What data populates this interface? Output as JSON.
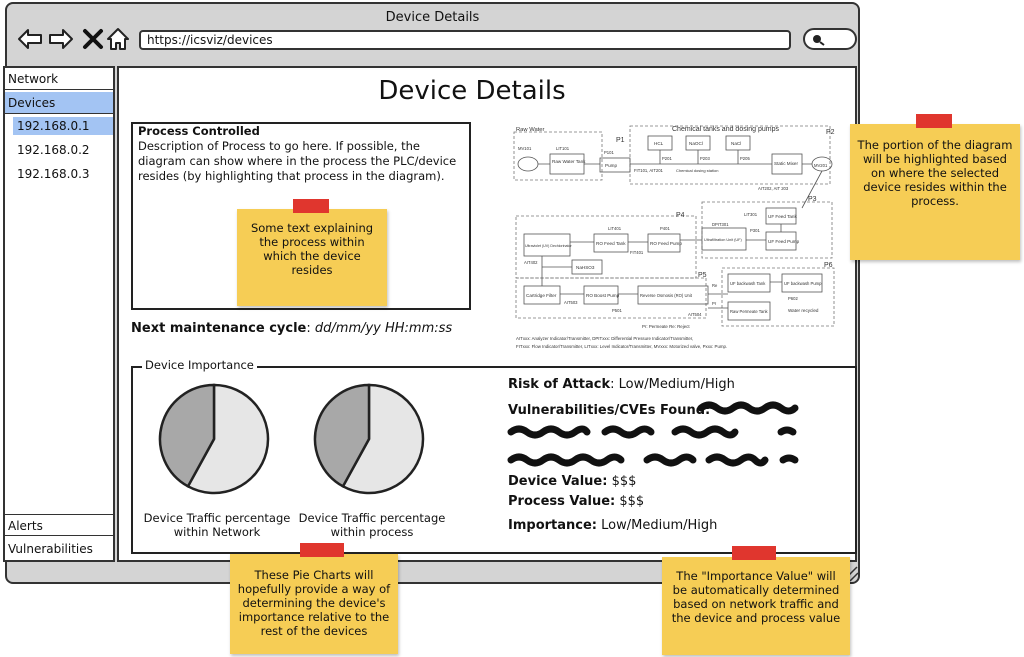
{
  "window": {
    "title": "Device Details"
  },
  "address_bar": {
    "url": "https://icsviz/devices"
  },
  "sidebar": {
    "items": [
      {
        "label": "Network"
      },
      {
        "label": "Devices"
      },
      {
        "label": "Alerts"
      },
      {
        "label": "Vulnerabilities"
      }
    ],
    "device_list": [
      "192.168.0.1",
      "192.168.0.2",
      "192.168.0.3"
    ]
  },
  "page": {
    "title": "Device Details",
    "process": {
      "title": "Process Controlled",
      "description": "Description of Process to go here. If possible, the diagram can show where in the process the PLC/device resides (by highlighting that process in the diagram).",
      "note": "Some text explaining the process within which the device resides"
    },
    "maintenance": {
      "label": "Next maintenance cycle",
      "value": "dd/mm/yy HH:mm:ss"
    },
    "importance": {
      "legend": "Device Importance",
      "pie_network_caption": "Device Traffic percentage within Network",
      "pie_process_caption": "Device Traffic percentage within process",
      "risk_label": "Risk of Attack",
      "risk_value": "Low/Medium/High",
      "vuln_label": "Vulnerabilities/CVEs Found:",
      "device_value_label": "Device Value:",
      "device_value": "$$$",
      "process_value_label": "Process Value:",
      "process_value": "$$$",
      "importance_label": "Importance:",
      "importance_value": "Low/Medium/High"
    }
  },
  "diagram": {
    "title": "Chemical tanks and dosing pumps",
    "raw_water": "Raw Water",
    "stages": [
      "P1",
      "P2",
      "P3",
      "P4",
      "P5",
      "P6"
    ],
    "blocks": [
      "Raw Water Tank",
      "Pump",
      "HCL",
      "NaOCl",
      "NaCl",
      "Static Mixer",
      "UF Feed Tank",
      "UF Feed Pump",
      "Ultrafiltration Unit (UF)",
      "RO Feed Pump",
      "RO Feed Tank",
      "Ultraviolet (UV) Dechlorinator",
      "NaHSO3",
      "Cartridge Filter",
      "RO Boost Pump",
      "Reverse Osmosis (RO) Unit",
      "UF backwash Tank",
      "UF backwash Pump",
      "Raw Permeate Tank",
      "Water recycled"
    ],
    "tags": [
      "MV101",
      "LIT101",
      "P101",
      "FIT101, AIT201",
      "P201",
      "P203",
      "P205",
      "MV201",
      "Chemical dosing station",
      "AIT202, AIT 203",
      "LIT301",
      "DPIT301",
      "P301",
      "P401",
      "LIT401",
      "FIT401",
      "AIT402",
      "AIT503",
      "P501",
      "AIT504",
      "Re",
      "Pr",
      "P602"
    ],
    "footer_1": "Pr: Permeate  Re: Reject",
    "footer_2": "AITxxx: Analyzer Indicator/Transmitter, DPITxxx: Differential Pressure Indicator/Transmitter,",
    "footer_3": "FITxxx: Flow Indicator/Transmitter, LITxxx: Level Indicator/Transmitter, MVxxx: Motorized valve, Pxxx: Pump."
  },
  "notes": {
    "diagram_note": "The portion of the diagram will be highlighted based on where the selected device resides within the process.",
    "pie_note": "These Pie Charts will hopefully provide a way of determining the device's importance relative to the rest of the devices",
    "importance_note": "The \"Importance Value\" will be automatically determined based on network traffic and the device and process value"
  },
  "pies": [
    {
      "slice_dark": 0.42,
      "slice_light": 0.58
    },
    {
      "slice_dark": 0.42,
      "slice_light": 0.58
    }
  ],
  "colors": {
    "sticky": "#f6cd55",
    "tape": "#e0362e",
    "selected": "#a3c4f3",
    "chrome": "#d4d4d4"
  },
  "icons": [
    "back-arrow-icon",
    "forward-arrow-icon",
    "close-x-icon",
    "home-icon",
    "search-icon"
  ]
}
